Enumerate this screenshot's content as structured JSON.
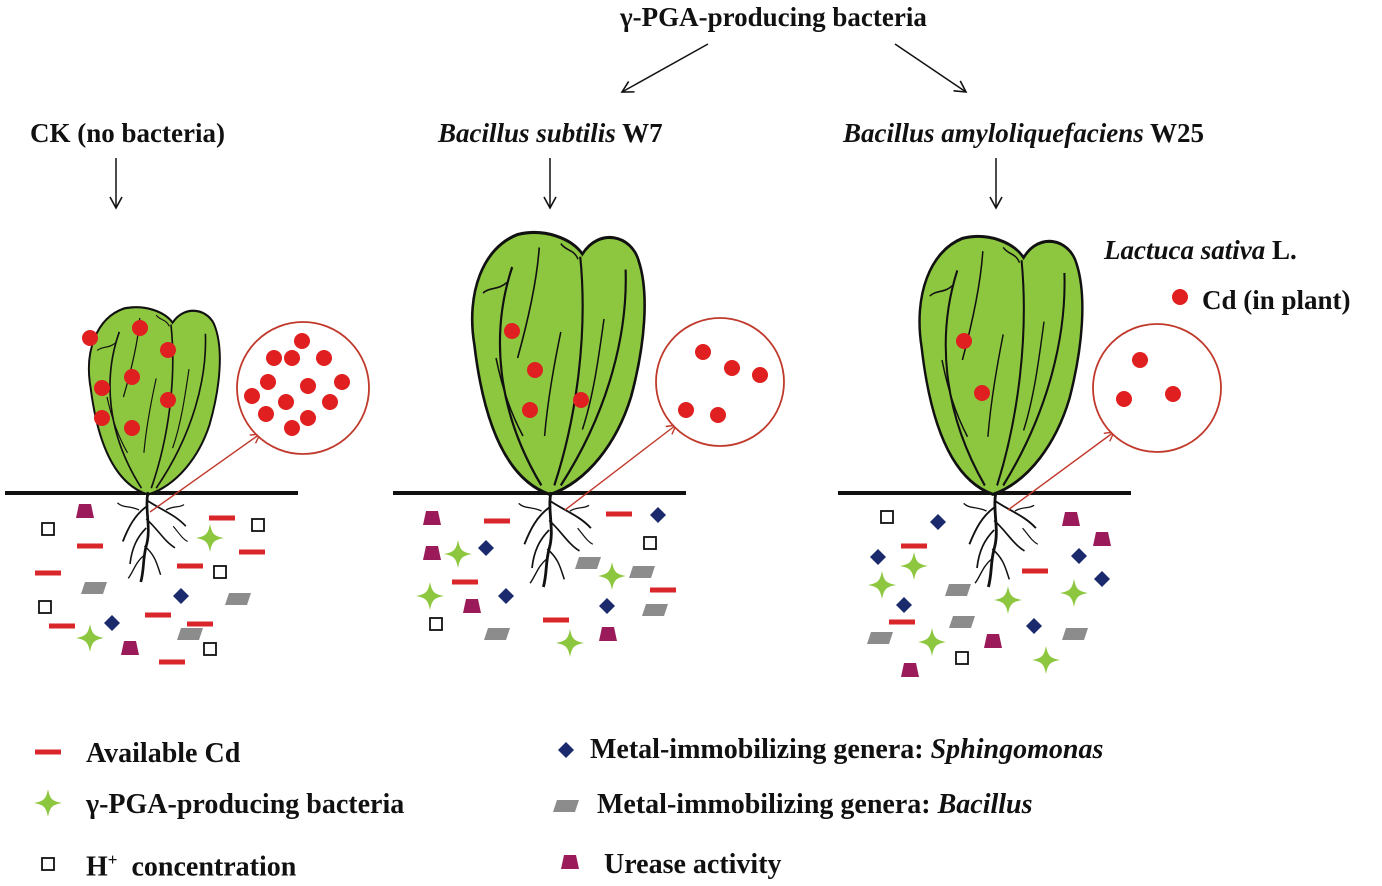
{
  "header": {
    "title": "γ-PGA-producing bacteria"
  },
  "panels": [
    {
      "label": "CK (no bacteria)",
      "label_italic": "",
      "label_plain": ""
    },
    {
      "label": "",
      "label_italic": "Bacillus subtilis",
      "label_plain": " W7"
    },
    {
      "label": "",
      "label_italic": "Bacillus amyloliquefaciens",
      "label_plain": " W25"
    }
  ],
  "plant_key": {
    "species_italic": "Lactuca sativa",
    "species_plain": " L.",
    "cd_in_plant": "Cd (in plant)"
  },
  "legend": {
    "available_cd": "Available Cd",
    "pga_bacteria": "γ-PGA-producing bacteria",
    "h_plus_base": "H",
    "h_plus_sup": "+",
    "h_plus_rest": "  concentration",
    "sphingomonas_prefix": "Metal-immobilizing genera: ",
    "sphingomonas_genus": "Sphingomonas",
    "bacillus_prefix": "Metal-immobilizing genera: ",
    "bacillus_genus": "Bacillus",
    "urease": "Urease activity"
  },
  "colors": {
    "leaf": "#8dc63f",
    "cd_dot": "#e02020",
    "available_cd": "#d9262a",
    "pga_star": "#8dc63f",
    "sphingomonas": "#1a2a6c",
    "bacillus": "#8c8c8c",
    "urease": "#9b1b5a",
    "circle": "#c0392b"
  },
  "cd_counts_in_circle": [
    13,
    5,
    3
  ]
}
